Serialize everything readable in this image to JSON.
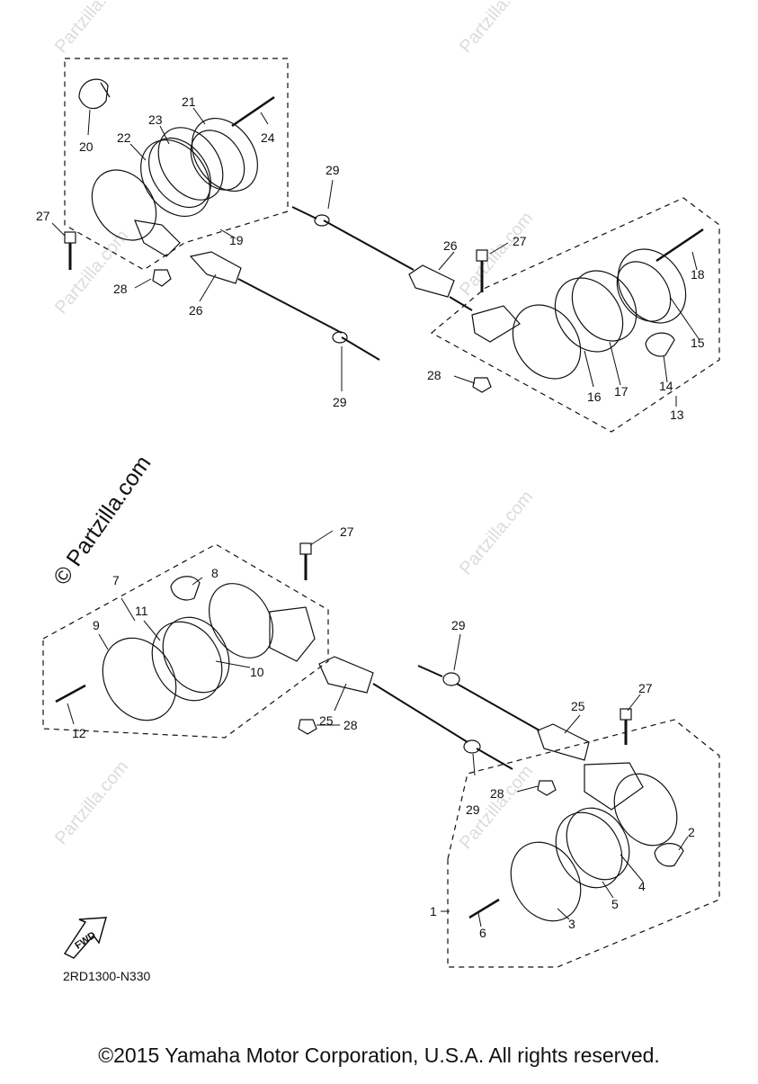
{
  "diagram": {
    "code": "2RD1300-N330",
    "fwd_label": "FWD",
    "watermark": "Partzilla.com",
    "watermark_main": "© Partzilla.com",
    "copyright": "©2015 Yamaha Motor Corporation, U.S.A. All rights reserved."
  },
  "callouts": {
    "c1": "1",
    "c2": "2",
    "c3": "3",
    "c4": "4",
    "c5": "5",
    "c6": "6",
    "c7": "7",
    "c8": "8",
    "c9": "9",
    "c10": "10",
    "c11": "11",
    "c12": "12",
    "c13": "13",
    "c14": "14",
    "c15": "15",
    "c16": "16",
    "c17": "17",
    "c18": "18",
    "c19": "19",
    "c20": "20",
    "c21": "21",
    "c22": "22",
    "c23": "23",
    "c24": "24",
    "c25a": "25",
    "c25b": "25",
    "c26a": "26",
    "c26b": "26",
    "c27a": "27",
    "c27b": "27",
    "c27c": "27",
    "c27d": "27",
    "c28a": "28",
    "c28b": "28",
    "c28c": "28",
    "c28d": "28",
    "c29a": "29",
    "c29b": "29",
    "c29c": "29",
    "c29d": "29"
  }
}
